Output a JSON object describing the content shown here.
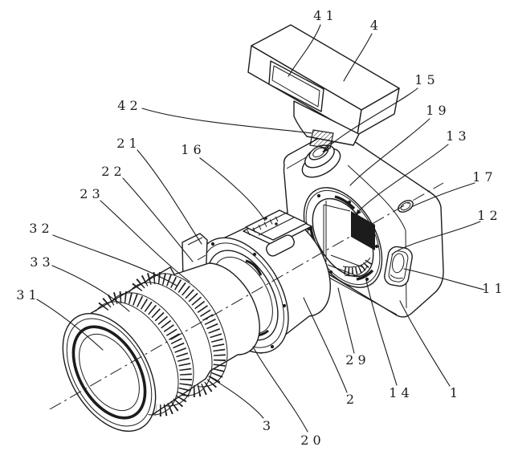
{
  "figure": {
    "kind": "patent line drawing - camera body with mount adapter, interchangeable lens and external flash (exploded view)",
    "background_color": "#ffffff",
    "line_color": "#1c1c1c"
  },
  "labels": [
    {
      "id": "41",
      "text": "4 1"
    },
    {
      "id": "4",
      "text": "4"
    },
    {
      "id": "15",
      "text": "1 5"
    },
    {
      "id": "19",
      "text": "1 9"
    },
    {
      "id": "13",
      "text": "1 3"
    },
    {
      "id": "17",
      "text": "1 7"
    },
    {
      "id": "12",
      "text": "1 2"
    },
    {
      "id": "11",
      "text": "1 1"
    },
    {
      "id": "1",
      "text": "1"
    },
    {
      "id": "14",
      "text": "1 4"
    },
    {
      "id": "29",
      "text": "2 9"
    },
    {
      "id": "2",
      "text": "2"
    },
    {
      "id": "20",
      "text": "2 0"
    },
    {
      "id": "3",
      "text": "3"
    },
    {
      "id": "16",
      "text": "1 6"
    },
    {
      "id": "21",
      "text": "2 1"
    },
    {
      "id": "22",
      "text": "2 2"
    },
    {
      "id": "23",
      "text": "2 3"
    },
    {
      "id": "32",
      "text": "3 2"
    },
    {
      "id": "33",
      "text": "3 3"
    },
    {
      "id": "31",
      "text": "3 1"
    },
    {
      "id": "42",
      "text": "4 2"
    }
  ]
}
